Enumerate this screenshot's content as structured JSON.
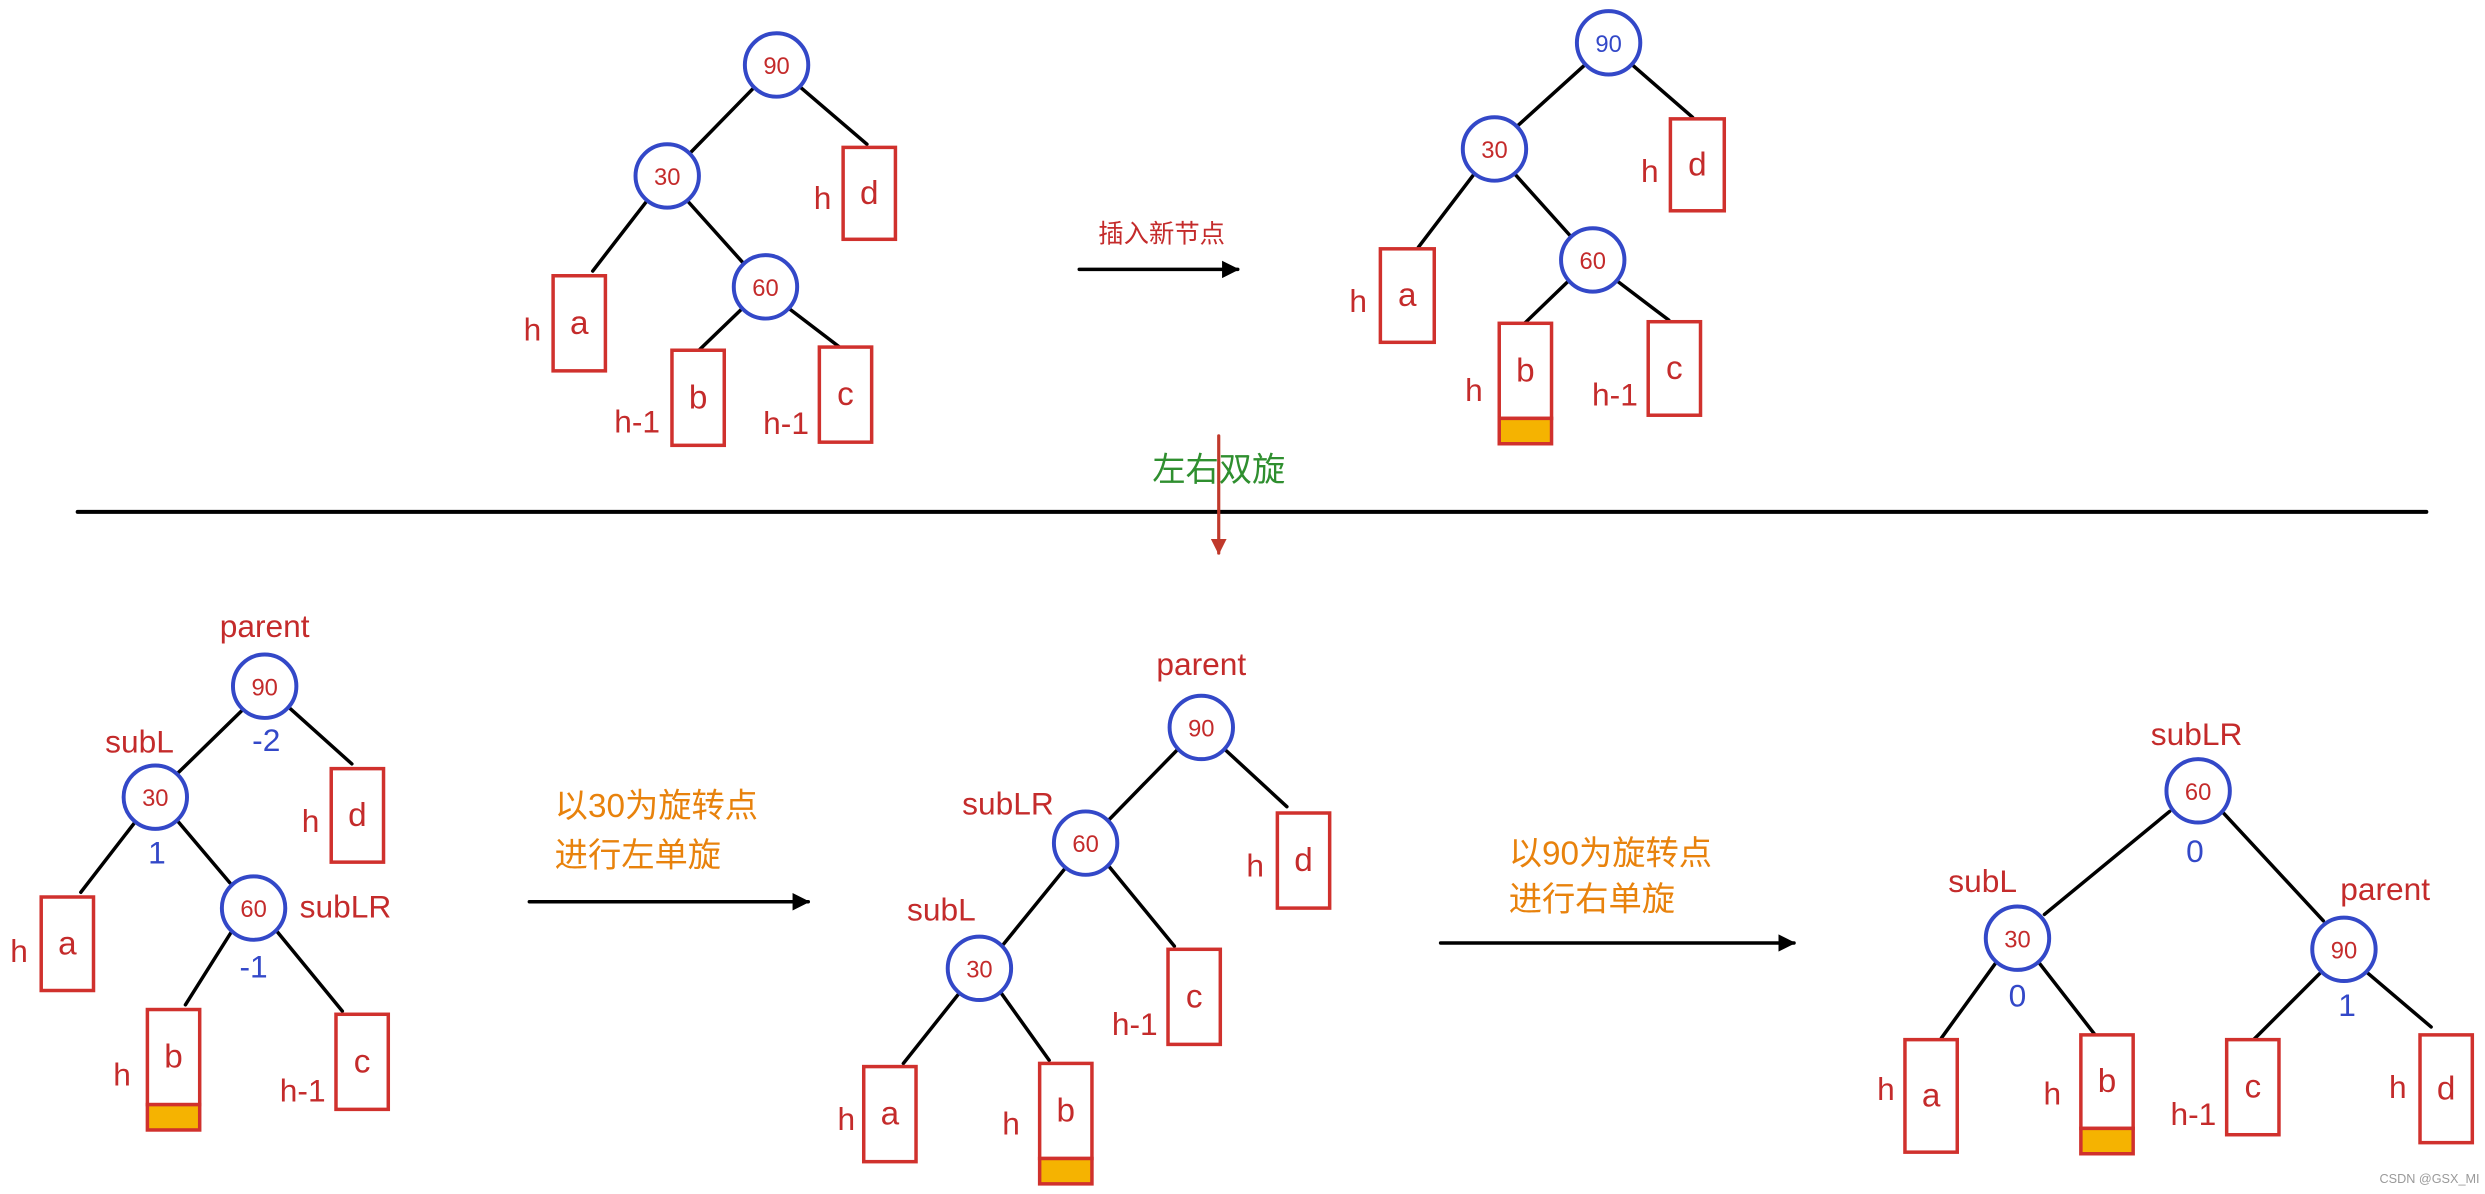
{
  "colors": {
    "node_stroke": "#3348c8",
    "node_text": "#c42b2b",
    "node_text_blue": "#3348c8",
    "box_stroke": "#d0312d",
    "box_text": "#c42b2b",
    "balance_text": "#3348c8",
    "pointer_text": "#c42b2b",
    "step_text": "#e8820c",
    "rotation_text": "#2f8f2f",
    "insert_text": "#c42b2b",
    "rotation_arrow": "#c0392b",
    "new_node_fill": "#f5b301",
    "line": "#000000",
    "arrow": "#000000",
    "watermark": "#9a9a9a"
  },
  "insert_step": {
    "label": "插入新节点"
  },
  "rotation_step": {
    "label": "左右双旋"
  },
  "left_rotation_step": {
    "line1": "以30为旋转点",
    "line2": "进行左单旋"
  },
  "right_rotation_step": {
    "line1": "以90为旋转点",
    "line2": "进行右单旋"
  },
  "trees": {
    "before_insert": {
      "nodes": {
        "root": "90",
        "left": "30",
        "left_right": "60"
      },
      "subtrees": {
        "a": "a",
        "b": "b",
        "c": "c",
        "d": "d"
      },
      "heights": {
        "a": "h",
        "b": "h-1",
        "c": "h-1",
        "d": "h"
      }
    },
    "after_insert": {
      "nodes": {
        "root": "90",
        "left": "30",
        "left_right": "60"
      },
      "subtrees": {
        "a": "a",
        "b": "b",
        "c": "c",
        "d": "d"
      },
      "heights": {
        "a": "h",
        "b": "h",
        "c": "h-1",
        "d": "h"
      }
    },
    "rotation_start": {
      "nodes": {
        "n90": "90",
        "n30": "30",
        "n60": "60"
      },
      "pointers": {
        "parent": "parent",
        "subL": "subL",
        "subLR": "subLR"
      },
      "balance": {
        "n90": "-2",
        "n30": "1",
        "n60": "-1"
      },
      "subtrees": {
        "a": "a",
        "b": "b",
        "c": "c",
        "d": "d"
      },
      "heights": {
        "a": "h",
        "b": "h",
        "c": "h-1",
        "d": "h"
      }
    },
    "after_left_rotation": {
      "nodes": {
        "n90": "90",
        "n60": "60",
        "n30": "30"
      },
      "pointers": {
        "parent": "parent",
        "subLR": "subLR",
        "subL": "subL"
      },
      "subtrees": {
        "a": "a",
        "b": "b",
        "c": "c",
        "d": "d"
      },
      "heights": {
        "a": "h",
        "b": "h",
        "c": "h-1",
        "d": "h"
      }
    },
    "after_right_rotation": {
      "nodes": {
        "n60": "60",
        "n30": "30",
        "n90": "90"
      },
      "pointers": {
        "subLR": "subLR",
        "subL": "subL",
        "parent": "parent"
      },
      "balance": {
        "n60": "0",
        "n30": "0",
        "n90": "1"
      },
      "subtrees": {
        "a": "a",
        "b": "b",
        "c": "c",
        "d": "d"
      },
      "heights": {
        "a": "h",
        "b": "h",
        "c": "h-1",
        "d": "h"
      }
    }
  },
  "watermark": "CSDN @GSX_MI"
}
